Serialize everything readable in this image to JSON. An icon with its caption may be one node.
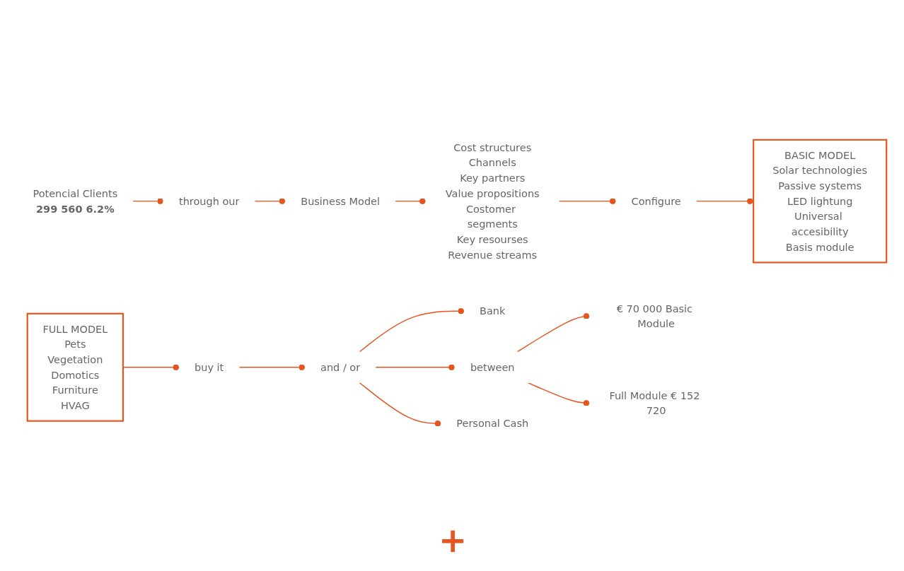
{
  "diagram": {
    "nodes": [
      {
        "text": [
          "Potencial Clients",
          "299 560 6.2%"
        ]
      },
      {
        "text": [
          "through our"
        ]
      },
      {
        "text": [
          "Business Model"
        ]
      },
      {
        "text": [
          "Cost structures",
          "Channels",
          "Key partners",
          "Value propositions",
          "Costomer segments",
          "Key resourses",
          "Revenue streams"
        ]
      },
      {
        "text": [
          "Configure"
        ]
      },
      {
        "text": [
          "BASIC MODEL",
          "Solar technologies",
          "Passive systems",
          "LED lightung",
          "Universal accesibility",
          "Basis module"
        ]
      },
      {
        "text": [
          "FULL MODEL",
          "Pets",
          "Vegetation",
          "Domotics",
          "Furniture",
          "HVAG"
        ]
      },
      {
        "text": [
          "buy it"
        ]
      },
      {
        "text": [
          "and / or"
        ]
      },
      {
        "text": [
          "Bank"
        ]
      },
      {
        "text": [
          "Personal Cash"
        ]
      },
      {
        "text": [
          "between"
        ]
      },
      {
        "text": [
          "€ 70 000 Basic Module"
        ]
      },
      {
        "text": [
          "Full Module € 152 720"
        ]
      }
    ],
    "edges": [
      {
        "from": 0,
        "to": 1,
        "arrow": "other"
      },
      {
        "from": 1,
        "to": 2,
        "arrow": "other"
      },
      {
        "from": 2,
        "to": 3,
        "arrow": "other"
      },
      {
        "from": 3,
        "to": 4,
        "arrow": "other"
      },
      {
        "from": 4,
        "to": 5,
        "arrow": "other"
      },
      {
        "from": 6,
        "to": 7,
        "arrow": "other"
      },
      {
        "from": 7,
        "to": 8,
        "arrow": "other"
      },
      {
        "from": 8,
        "to": 9,
        "arrow": "other"
      },
      {
        "from": 8,
        "to": 10,
        "arrow": "other"
      },
      {
        "from": 8,
        "to": 11,
        "arrow": "other"
      },
      {
        "from": 11,
        "to": 12,
        "arrow": "other"
      },
      {
        "from": 11,
        "to": 13,
        "arrow": "other"
      }
    ],
    "labels": [
      "+"
    ]
  }
}
